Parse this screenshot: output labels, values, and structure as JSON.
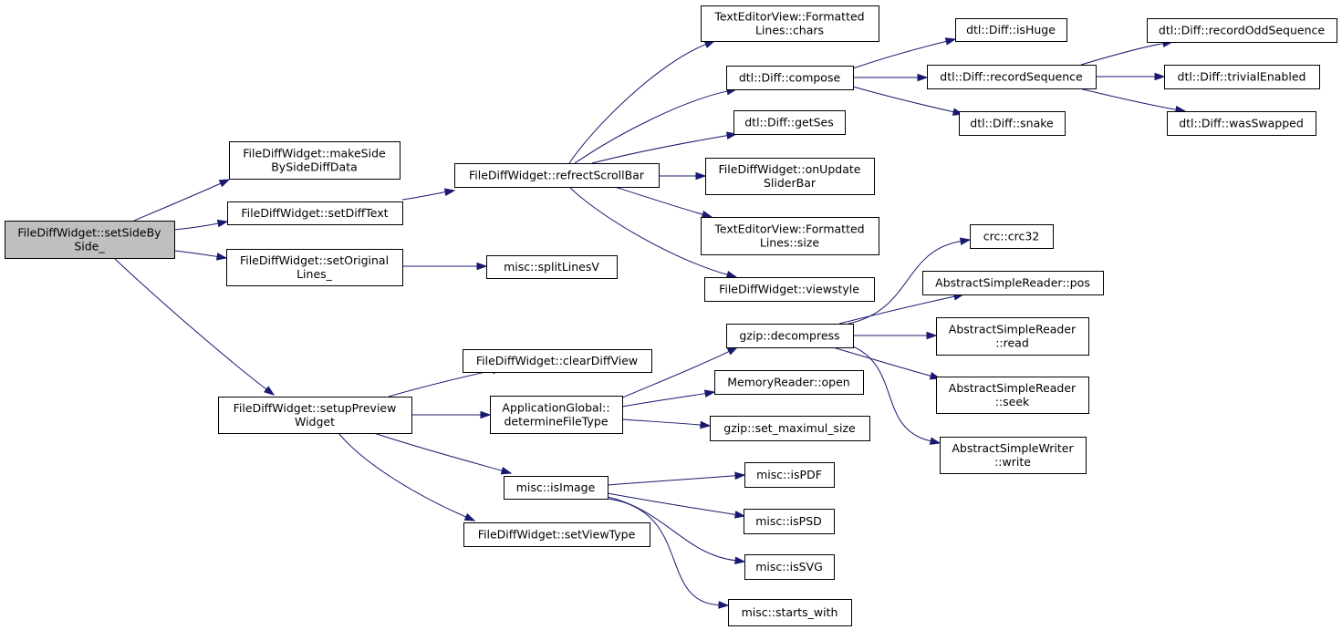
{
  "nodes": [
    {
      "id": "setSideBySide",
      "lines": [
        "FileDiffWidget::setSideBy",
        "Side_"
      ],
      "root": true
    },
    {
      "id": "makeSide",
      "lines": [
        "FileDiffWidget::makeSide",
        "BySideDiffData"
      ]
    },
    {
      "id": "setDiffText",
      "lines": [
        "FileDiffWidget::setDiffText"
      ]
    },
    {
      "id": "setOriginal",
      "lines": [
        "FileDiffWidget::setOriginal",
        "Lines_"
      ]
    },
    {
      "id": "setupPreview",
      "lines": [
        "FileDiffWidget::setupPreview",
        "Widget"
      ]
    },
    {
      "id": "refrectScrollBar",
      "lines": [
        "FileDiffWidget::refrectScrollBar"
      ]
    },
    {
      "id": "splitLinesV",
      "lines": [
        "misc::splitLinesV"
      ]
    },
    {
      "id": "clearDiffView",
      "lines": [
        "FileDiffWidget::clearDiffView"
      ]
    },
    {
      "id": "determineFileType",
      "lines": [
        "ApplicationGlobal::",
        "determineFileType"
      ]
    },
    {
      "id": "isImage",
      "lines": [
        "misc::isImage"
      ]
    },
    {
      "id": "setViewType",
      "lines": [
        "FileDiffWidget::setViewType"
      ]
    },
    {
      "id": "fmtChars",
      "lines": [
        "TextEditorView::Formatted",
        "Lines::chars"
      ]
    },
    {
      "id": "compose",
      "lines": [
        "dtl::Diff::compose"
      ]
    },
    {
      "id": "getSes",
      "lines": [
        "dtl::Diff::getSes"
      ]
    },
    {
      "id": "onUpdate",
      "lines": [
        "FileDiffWidget::onUpdate",
        "SliderBar"
      ]
    },
    {
      "id": "fmtSize",
      "lines": [
        "TextEditorView::Formatted",
        "Lines::size"
      ]
    },
    {
      "id": "viewstyle",
      "lines": [
        "FileDiffWidget::viewstyle"
      ]
    },
    {
      "id": "decompress",
      "lines": [
        "gzip::decompress"
      ]
    },
    {
      "id": "memOpen",
      "lines": [
        "MemoryReader::open"
      ]
    },
    {
      "id": "setMax",
      "lines": [
        "gzip::set_maximul_size"
      ]
    },
    {
      "id": "isPDF",
      "lines": [
        "misc::isPDF"
      ]
    },
    {
      "id": "isPSD",
      "lines": [
        "misc::isPSD"
      ]
    },
    {
      "id": "isSVG",
      "lines": [
        "misc::isSVG"
      ]
    },
    {
      "id": "startsWith",
      "lines": [
        "misc::starts_with"
      ]
    },
    {
      "id": "isHuge",
      "lines": [
        "dtl::Diff::isHuge"
      ]
    },
    {
      "id": "recordSequence",
      "lines": [
        "dtl::Diff::recordSequence"
      ]
    },
    {
      "id": "snake",
      "lines": [
        "dtl::Diff::snake"
      ]
    },
    {
      "id": "crc32",
      "lines": [
        "crc::crc32"
      ]
    },
    {
      "id": "asrPos",
      "lines": [
        "AbstractSimpleReader::pos"
      ]
    },
    {
      "id": "asrRead",
      "lines": [
        "AbstractSimpleReader",
        "::read"
      ]
    },
    {
      "id": "asrSeek",
      "lines": [
        "AbstractSimpleReader",
        "::seek"
      ]
    },
    {
      "id": "aswWrite",
      "lines": [
        "AbstractSimpleWriter",
        "::write"
      ]
    },
    {
      "id": "recordOdd",
      "lines": [
        "dtl::Diff::recordOddSequence"
      ]
    },
    {
      "id": "trivialEnabled",
      "lines": [
        "dtl::Diff::trivialEnabled"
      ]
    },
    {
      "id": "wasSwapped",
      "lines": [
        "dtl::Diff::wasSwapped"
      ]
    }
  ],
  "edges": [
    {
      "from": "setSideBySide",
      "to": "makeSide"
    },
    {
      "from": "setSideBySide",
      "to": "setDiffText"
    },
    {
      "from": "setSideBySide",
      "to": "setOriginal"
    },
    {
      "from": "setSideBySide",
      "to": "setupPreview"
    },
    {
      "from": "setDiffText",
      "to": "refrectScrollBar"
    },
    {
      "from": "setOriginal",
      "to": "splitLinesV"
    },
    {
      "from": "setupPreview",
      "to": "clearDiffView"
    },
    {
      "from": "setupPreview",
      "to": "determineFileType"
    },
    {
      "from": "setupPreview",
      "to": "isImage"
    },
    {
      "from": "setupPreview",
      "to": "setViewType"
    },
    {
      "from": "refrectScrollBar",
      "to": "fmtChars"
    },
    {
      "from": "refrectScrollBar",
      "to": "compose"
    },
    {
      "from": "refrectScrollBar",
      "to": "getSes"
    },
    {
      "from": "refrectScrollBar",
      "to": "onUpdate"
    },
    {
      "from": "refrectScrollBar",
      "to": "fmtSize"
    },
    {
      "from": "refrectScrollBar",
      "to": "viewstyle"
    },
    {
      "from": "determineFileType",
      "to": "decompress"
    },
    {
      "from": "determineFileType",
      "to": "memOpen"
    },
    {
      "from": "determineFileType",
      "to": "setMax"
    },
    {
      "from": "isImage",
      "to": "isPDF"
    },
    {
      "from": "isImage",
      "to": "isPSD"
    },
    {
      "from": "isImage",
      "to": "isSVG"
    },
    {
      "from": "isImage",
      "to": "startsWith"
    },
    {
      "from": "compose",
      "to": "isHuge"
    },
    {
      "from": "compose",
      "to": "recordSequence"
    },
    {
      "from": "compose",
      "to": "snake"
    },
    {
      "from": "decompress",
      "to": "crc32"
    },
    {
      "from": "decompress",
      "to": "asrPos"
    },
    {
      "from": "decompress",
      "to": "asrRead"
    },
    {
      "from": "decompress",
      "to": "asrSeek"
    },
    {
      "from": "decompress",
      "to": "aswWrite"
    },
    {
      "from": "recordSequence",
      "to": "recordOdd"
    },
    {
      "from": "recordSequence",
      "to": "trivialEnabled"
    },
    {
      "from": "recordSequence",
      "to": "wasSwapped"
    }
  ]
}
